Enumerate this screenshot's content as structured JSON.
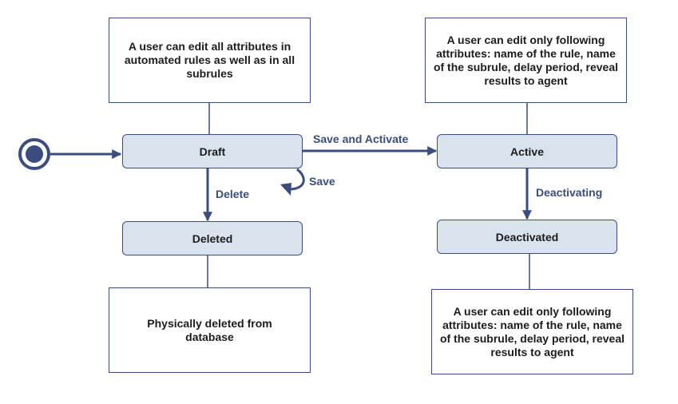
{
  "colors": {
    "line": "#3a4d7e",
    "state_fill": "#d9e3ee",
    "text": "#1c1c1c",
    "label": "#3a4d7e"
  },
  "notes": {
    "draft_note": "A user can edit all attributes in automated rules as well as in all subrules",
    "active_note": "A user can edit only following attributes: name of the rule, name of the subrule, delay period, reveal results to agent",
    "deleted_note": "Physically deleted from database",
    "deactivated_note": "A user can edit only following attributes: name of the rule, name of the subrule, delay period, reveal results to agent"
  },
  "states": {
    "draft": "Draft",
    "active": "Active",
    "deleted": "Deleted",
    "deactivated": "Deactivated"
  },
  "transitions": {
    "save_and_activate": "Save and Activate",
    "save": "Save",
    "delete": "Delete",
    "deactivating": "Deactivating"
  }
}
